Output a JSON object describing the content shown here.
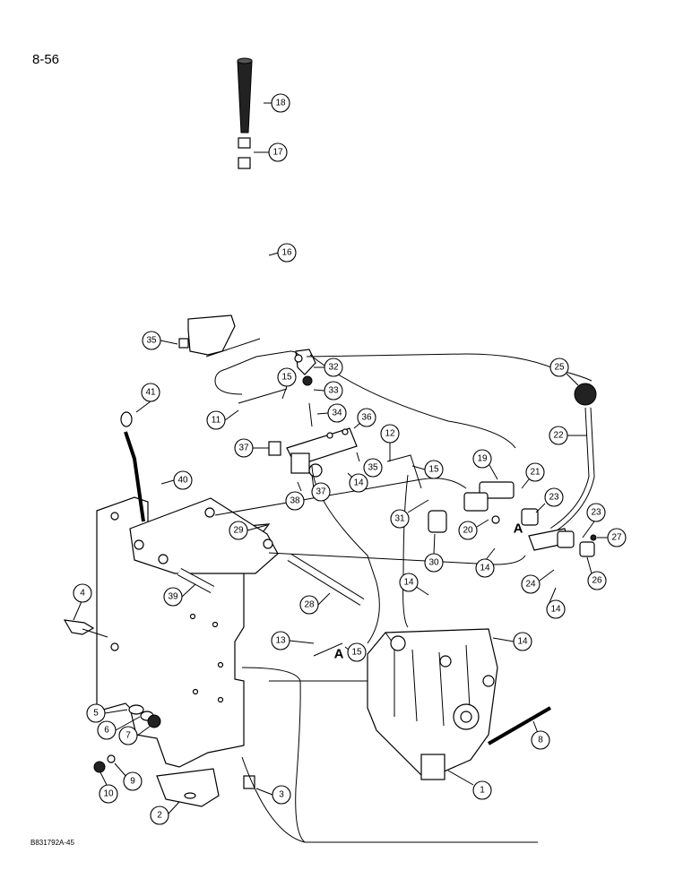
{
  "page_number": "8-56",
  "figure_code": "B831792A-45",
  "section_marker": "A",
  "callouts": [
    {
      "id": "c18",
      "num": "18"
    },
    {
      "id": "c17",
      "num": "17"
    },
    {
      "id": "c16",
      "num": "16"
    },
    {
      "id": "c35a",
      "num": "35"
    },
    {
      "id": "c32",
      "num": "32"
    },
    {
      "id": "c15a",
      "num": "15"
    },
    {
      "id": "c33",
      "num": "33"
    },
    {
      "id": "c25",
      "num": "25"
    },
    {
      "id": "c41",
      "num": "41"
    },
    {
      "id": "c11",
      "num": "11"
    },
    {
      "id": "c34",
      "num": "34"
    },
    {
      "id": "c36",
      "num": "36"
    },
    {
      "id": "c12",
      "num": "12"
    },
    {
      "id": "c22",
      "num": "22"
    },
    {
      "id": "c37a",
      "num": "37"
    },
    {
      "id": "c35b",
      "num": "35"
    },
    {
      "id": "c19",
      "num": "19"
    },
    {
      "id": "c15b",
      "num": "15"
    },
    {
      "id": "c21",
      "num": "21"
    },
    {
      "id": "c14a",
      "num": "14"
    },
    {
      "id": "c40",
      "num": "40"
    },
    {
      "id": "c37b",
      "num": "37"
    },
    {
      "id": "c38",
      "num": "38"
    },
    {
      "id": "c23a",
      "num": "23"
    },
    {
      "id": "c31",
      "num": "31"
    },
    {
      "id": "c29",
      "num": "29"
    },
    {
      "id": "c20",
      "num": "20"
    },
    {
      "id": "c23b",
      "num": "23"
    },
    {
      "id": "c27",
      "num": "27"
    },
    {
      "id": "c30",
      "num": "30"
    },
    {
      "id": "c14b",
      "num": "14"
    },
    {
      "id": "c26",
      "num": "26"
    },
    {
      "id": "c24",
      "num": "24"
    },
    {
      "id": "c39",
      "num": "39"
    },
    {
      "id": "c4",
      "num": "4"
    },
    {
      "id": "c28",
      "num": "28"
    },
    {
      "id": "c14c",
      "num": "14"
    },
    {
      "id": "c14d",
      "num": "14"
    },
    {
      "id": "c13",
      "num": "13"
    },
    {
      "id": "c15c",
      "num": "15"
    },
    {
      "id": "c14e",
      "num": "14"
    },
    {
      "id": "c5",
      "num": "5"
    },
    {
      "id": "c6",
      "num": "6"
    },
    {
      "id": "c7",
      "num": "7"
    },
    {
      "id": "c8",
      "num": "8"
    },
    {
      "id": "c9",
      "num": "9"
    },
    {
      "id": "c10",
      "num": "10"
    },
    {
      "id": "c1",
      "num": "1"
    },
    {
      "id": "c3",
      "num": "3"
    },
    {
      "id": "c2",
      "num": "2"
    }
  ]
}
